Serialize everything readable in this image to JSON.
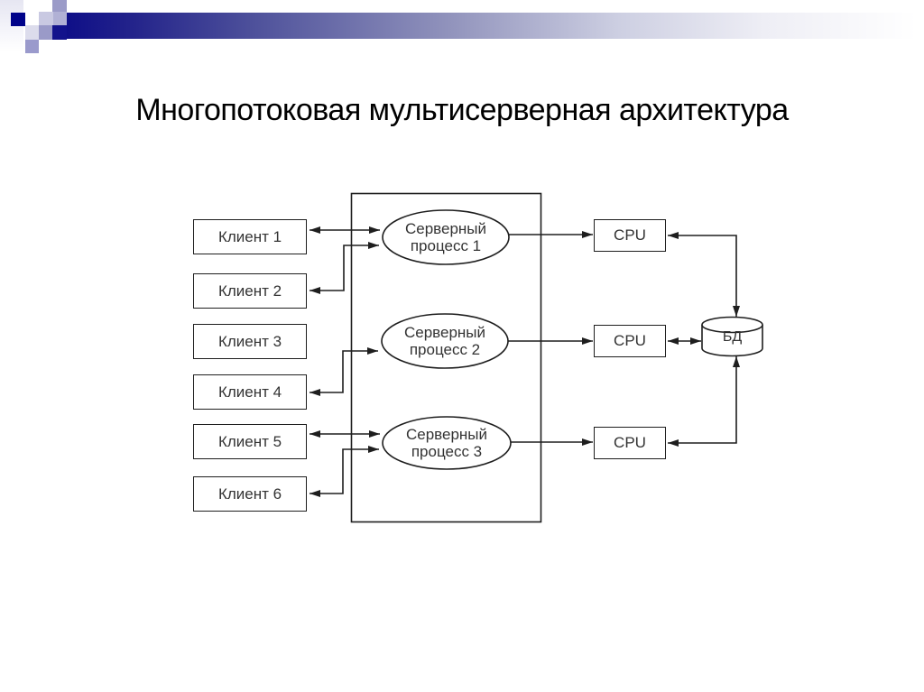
{
  "slide": {
    "title": "Многопотоковая мультисерверная архитектура"
  },
  "diagram": {
    "clients": [
      "Клиент 1",
      "Клиент 2",
      "Клиент 3",
      "Клиент 4",
      "Клиент 5",
      "Клиент 6"
    ],
    "server_processes": [
      {
        "line1": "Серверный",
        "line2": "процесс 1"
      },
      {
        "line1": "Серверный",
        "line2": "процесс 2"
      },
      {
        "line1": "Серверный",
        "line2": "процесс 3"
      }
    ],
    "cpus": [
      "CPU",
      "CPU",
      "CPU"
    ],
    "database_label": "БД"
  },
  "colors": {
    "bar_gradient_dark": "#0f0f88",
    "accent_square_dark": "#00028a",
    "accent_square_medium": "#9a9ac8",
    "accent_square_light": "#c9c9e2",
    "line_color": "#1e1e1e",
    "text_color": "#333333",
    "background": "#ffffff"
  }
}
